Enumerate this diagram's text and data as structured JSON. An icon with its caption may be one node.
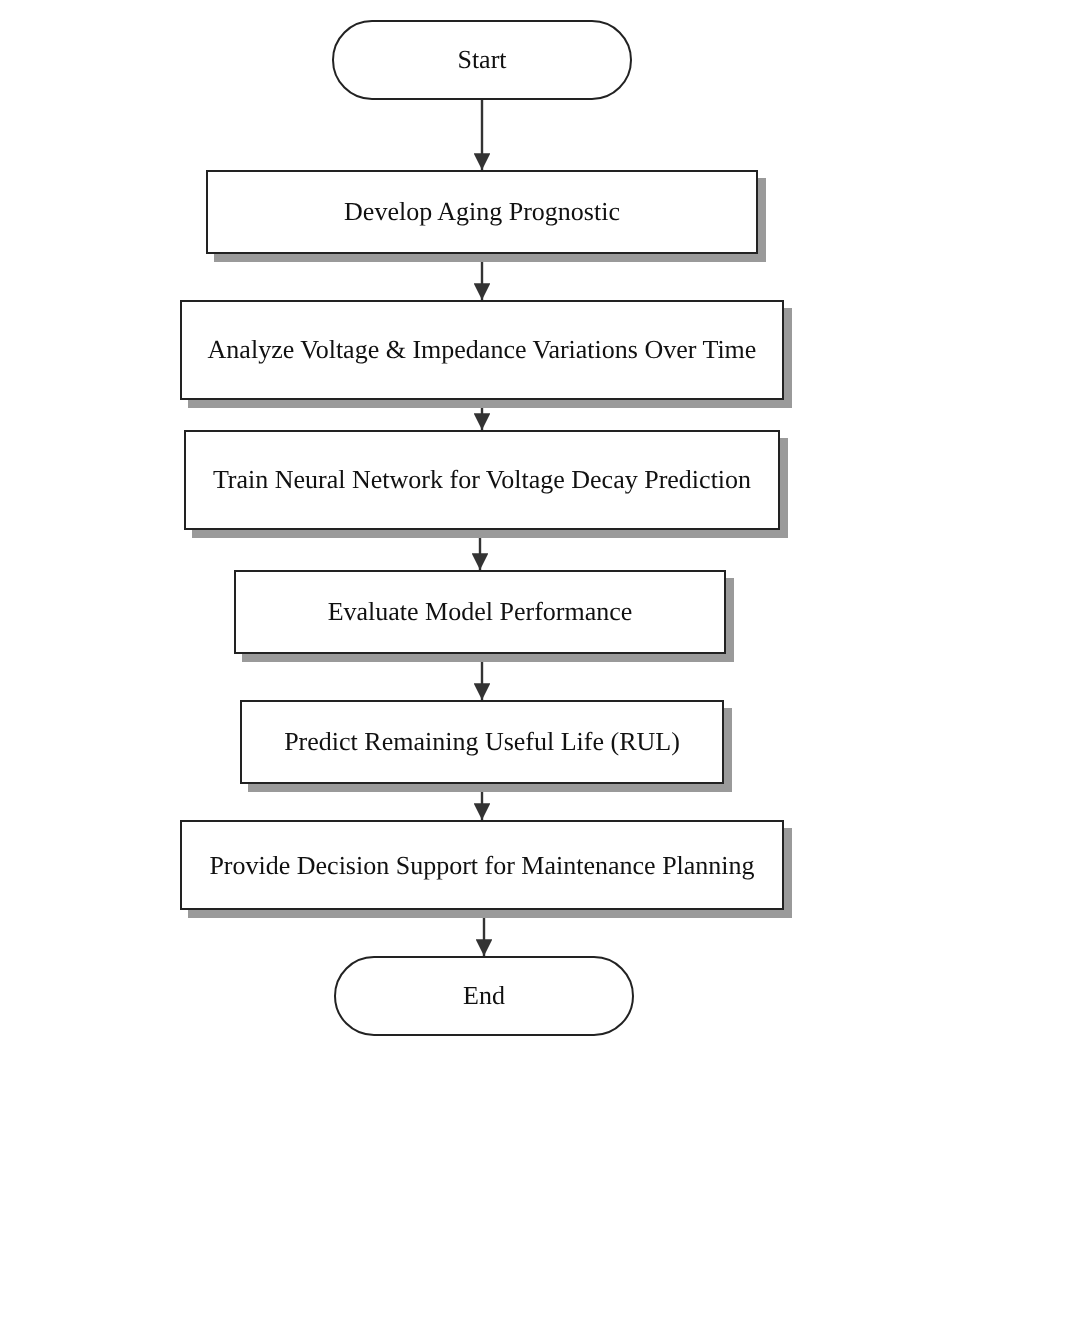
{
  "diagram": {
    "nodes": [
      {
        "text": [
          "Start"
        ]
      },
      {
        "text": [
          "Develop Aging Prognostic"
        ]
      },
      {
        "text": [
          "Analyze Voltage & Impedance Variations Over Time"
        ]
      },
      {
        "text": [
          "Train Neural Network for Voltage Decay Prediction"
        ]
      },
      {
        "text": [
          "Evaluate Model Performance"
        ]
      },
      {
        "text": [
          "Predict Remaining Useful Life (RUL)"
        ]
      },
      {
        "text": [
          "Provide Decision Support for Maintenance Planning"
        ]
      },
      {
        "text": [
          "End"
        ]
      }
    ],
    "edges": [
      {
        "from": 0,
        "to": 1,
        "arrow": "to"
      },
      {
        "from": 1,
        "to": 2,
        "arrow": "to"
      },
      {
        "from": 2,
        "to": 3,
        "arrow": "to"
      },
      {
        "from": 3,
        "to": 4,
        "arrow": "to"
      },
      {
        "from": 4,
        "to": 5,
        "arrow": "to"
      },
      {
        "from": 5,
        "to": 6,
        "arrow": "to"
      },
      {
        "from": 6,
        "to": 7,
        "arrow": "to"
      }
    ]
  }
}
